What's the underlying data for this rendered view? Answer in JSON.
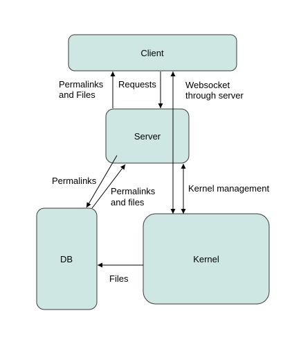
{
  "colors": {
    "node_fill": "#cfe7e3",
    "node_border": "#3a3a3a",
    "edge": "#000000",
    "background": "#ffffff"
  },
  "nodes": {
    "client": {
      "label": "Client"
    },
    "server": {
      "label": "Server"
    },
    "db": {
      "label": "DB"
    },
    "kernel": {
      "label": "Kernel"
    }
  },
  "edges": {
    "server_to_client": {
      "from": "Server",
      "to": "Client",
      "label_lines": [
        "Permalinks",
        "and Files"
      ]
    },
    "client_to_server": {
      "from": "Client",
      "to": "Server",
      "label_lines": [
        "Requests"
      ]
    },
    "client_kernel_websocket": {
      "from": "Client",
      "to": "Kernel",
      "bidirectional": true,
      "label_lines": [
        "Websocket",
        "through server"
      ]
    },
    "server_kernel_management": {
      "from": "Server",
      "to": "Kernel",
      "bidirectional": true,
      "label_lines": [
        "Kernel management"
      ]
    },
    "server_to_db": {
      "from": "Server",
      "to": "DB",
      "label_lines": [
        "Permalinks"
      ]
    },
    "db_to_server": {
      "from": "DB",
      "to": "Server",
      "label_lines": [
        "Permalinks",
        "and files"
      ]
    },
    "kernel_to_db": {
      "from": "Kernel",
      "to": "DB",
      "label_lines": [
        "Files"
      ]
    }
  }
}
